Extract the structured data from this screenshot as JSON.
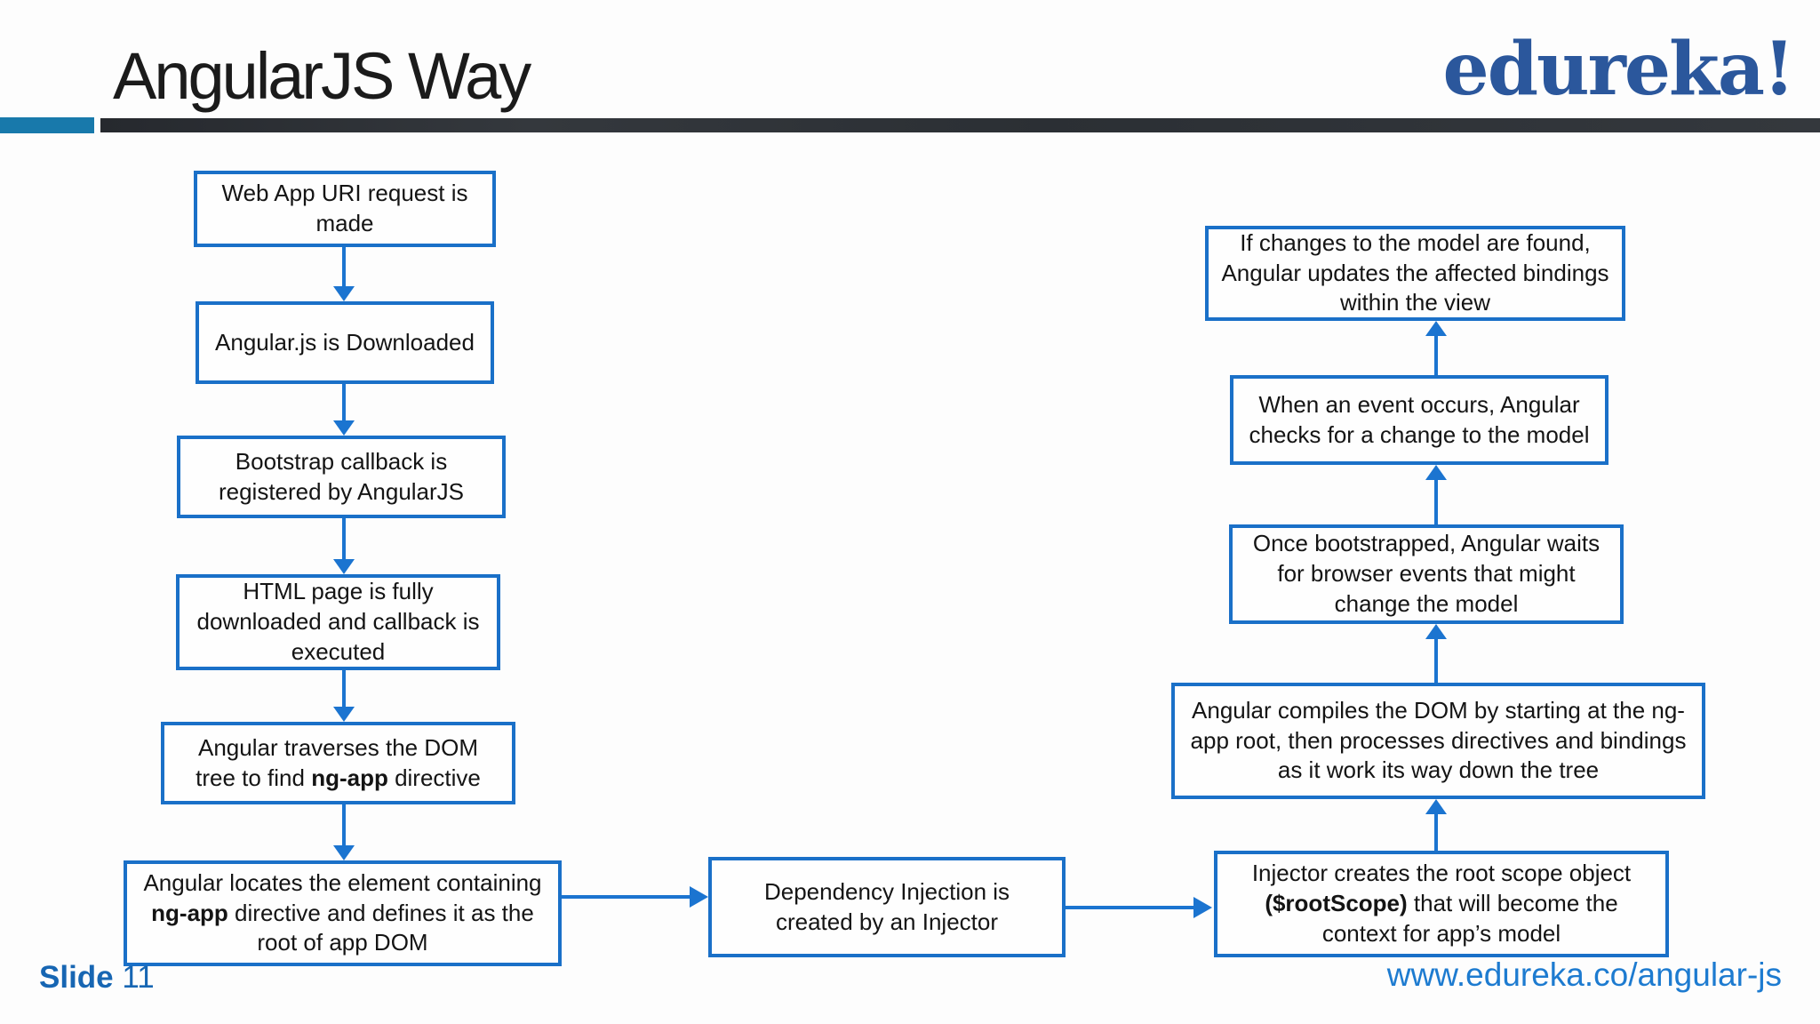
{
  "header": {
    "title": "AngularJS Way",
    "logo": "edureka!"
  },
  "footer": {
    "slide_label": "Slide",
    "slide_number": "11",
    "url": "www.edureka.co/angular-js"
  },
  "colors": {
    "box_border_blue": "#1a70c8",
    "arrow_blue": "#1b74d0",
    "accent_bar_teal": "#1879ab",
    "header_dark_bar": "#2e3237",
    "logo_navy": "#2b579c",
    "footer_blue": "#1766b3",
    "url_blue": "#1d7bd0",
    "box_text": "#141414"
  },
  "flowchart": {
    "left_column": [
      {
        "text": "Web App URI request is made"
      },
      {
        "text": "Angular.js is Downloaded"
      },
      {
        "text": "Bootstrap callback is registered by AngularJS"
      },
      {
        "text": "HTML page is fully downloaded and callback is executed"
      },
      {
        "parts": {
          "pre": "Angular traverses the DOM tree to find ",
          "bold": "ng-app",
          "post": " directive"
        }
      },
      {
        "parts": {
          "pre": "Angular locates the element containing ",
          "bold": "ng-app",
          "post": " directive and defines it as the root of app DOM"
        }
      }
    ],
    "middle_box": {
      "text": "Dependency Injection is created by an Injector"
    },
    "right_column": [
      {
        "text": "If changes to the model are found, Angular updates the affected bindings within the view"
      },
      {
        "text": "When an event occurs, Angular checks for a change to the model"
      },
      {
        "text": "Once bootstrapped, Angular waits for browser events that might change the model"
      },
      {
        "text": "Angular compiles the DOM by starting at the ng-app root, then processes  directives and bindings as it work its way down the tree"
      },
      {
        "parts": {
          "pre": "Injector creates the root scope object ",
          "bold": "($rootScope)",
          "post": " that will become the context for app’s model"
        }
      }
    ]
  }
}
